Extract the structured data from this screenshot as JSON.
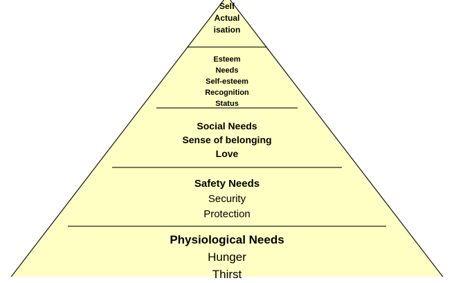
{
  "colors": {
    "fill": "#ffffc3",
    "stroke": "#222222"
  },
  "levels": [
    {
      "lines": [
        "Self",
        "Actual",
        "isation"
      ]
    },
    {
      "lines": [
        "Esteem",
        "Needs",
        "Self-esteem",
        "Recognition",
        "Status"
      ]
    },
    {
      "lines": [
        "Social Needs",
        "Sense of belonging",
        "Love"
      ]
    },
    {
      "lines": [
        "Safety Needs",
        "Security",
        "Protection"
      ]
    },
    {
      "lines": [
        "Physiological Needs",
        "Hunger",
        "Thirst"
      ]
    }
  ]
}
